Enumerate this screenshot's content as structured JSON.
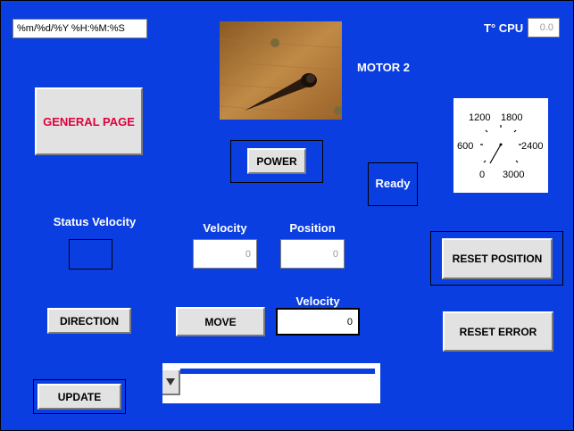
{
  "datetime_format": "%m/%d/%Y %H:%M:%S",
  "cpu": {
    "label": "T° CPU",
    "value": "0.0"
  },
  "motor_title": "MOTOR 2",
  "general_page_label": "GENERAL PAGE",
  "power_label": "POWER",
  "status_text": "Ready",
  "gauge": {
    "ticks": [
      "1200",
      "1800",
      "600",
      "2400",
      "0",
      "3000"
    ]
  },
  "status_velocity_label": "Status Velocity",
  "velocity_label": "Velocity",
  "position_label": "Position",
  "velocity_value": "0",
  "position_value": "0",
  "reset_position_label": "RESET POSITION",
  "direction_label": "DIRECTION",
  "move_label": "MOVE",
  "move_velocity_label": "Velocity",
  "move_velocity_value": "0",
  "reset_error_label": "RESET ERROR",
  "update_label": "UPDATE",
  "colors": {
    "background": "#0a3ee0",
    "accent_red": "#e0003c",
    "progress_blue": "#0a3ee0"
  }
}
